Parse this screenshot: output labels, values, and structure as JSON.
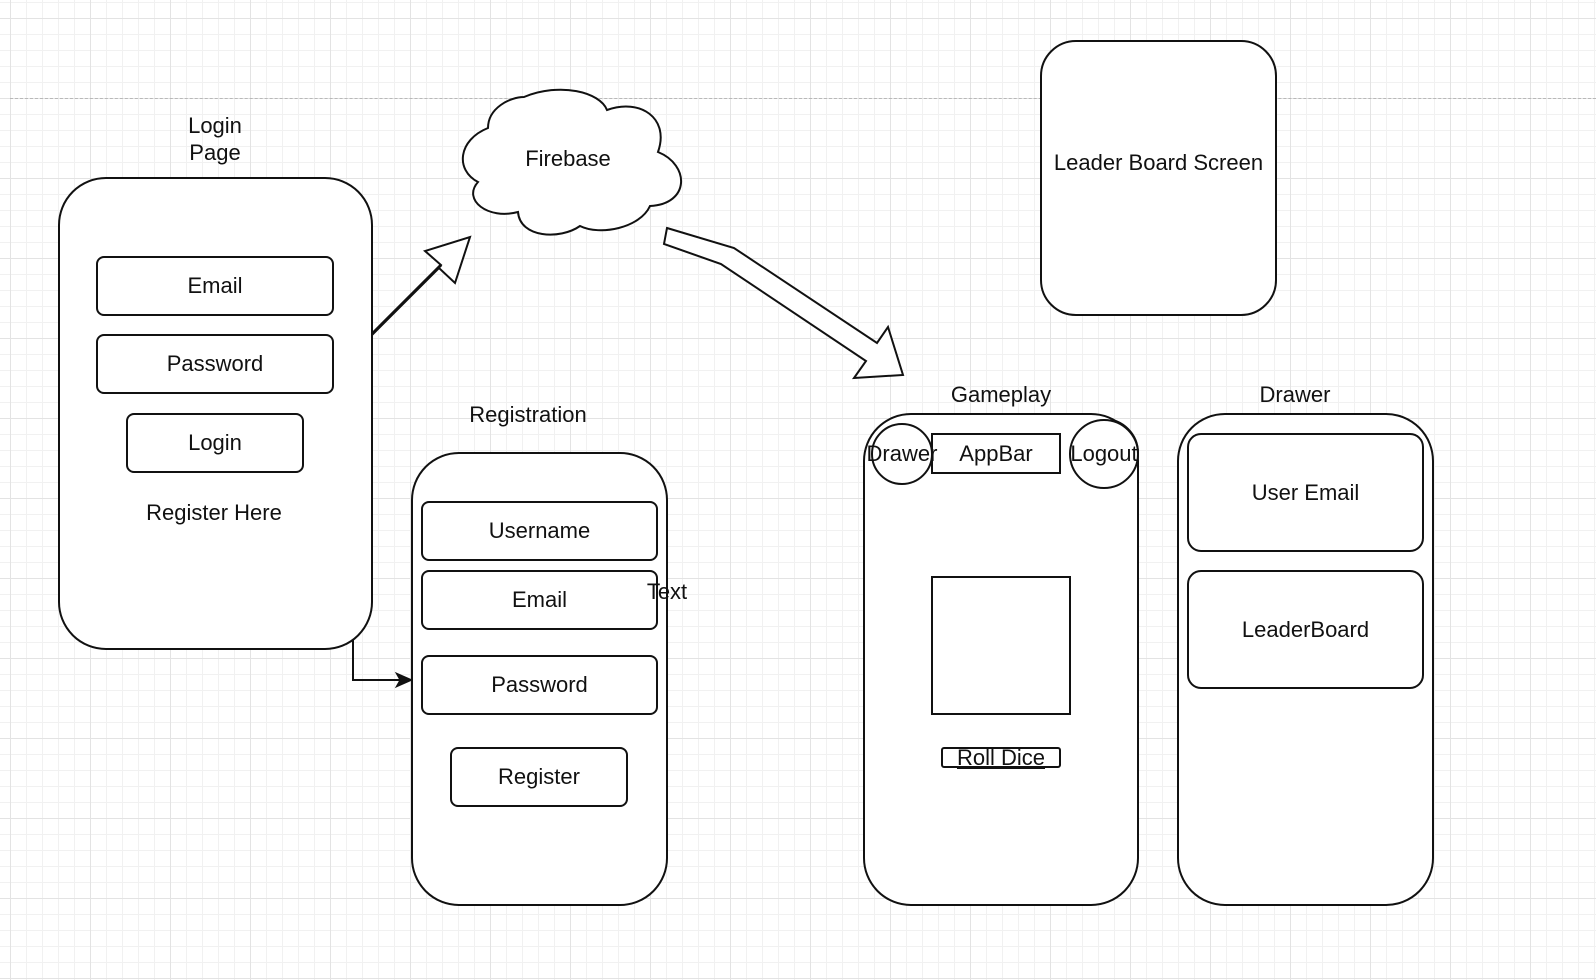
{
  "login_page": {
    "title_line1": "Login",
    "title_line2": "Page",
    "email": "Email",
    "password": "Password",
    "login": "Login",
    "register_link": "Register Here"
  },
  "firebase": {
    "label": "Firebase"
  },
  "leaderboard_screen": {
    "label": "Leader Board Screen"
  },
  "registration": {
    "title": "Registration",
    "username": "Username",
    "email": "Email",
    "password": "Password",
    "register": "Register",
    "stray_text": "Text"
  },
  "gameplay": {
    "title": "Gameplay",
    "drawer": "Drawer",
    "appbar": "AppBar",
    "logout": "Logout",
    "roll_dice": "Roll Dice"
  },
  "drawer_screen": {
    "title": "Drawer",
    "user_email": "User Email",
    "leaderboard": "LeaderBoard"
  }
}
